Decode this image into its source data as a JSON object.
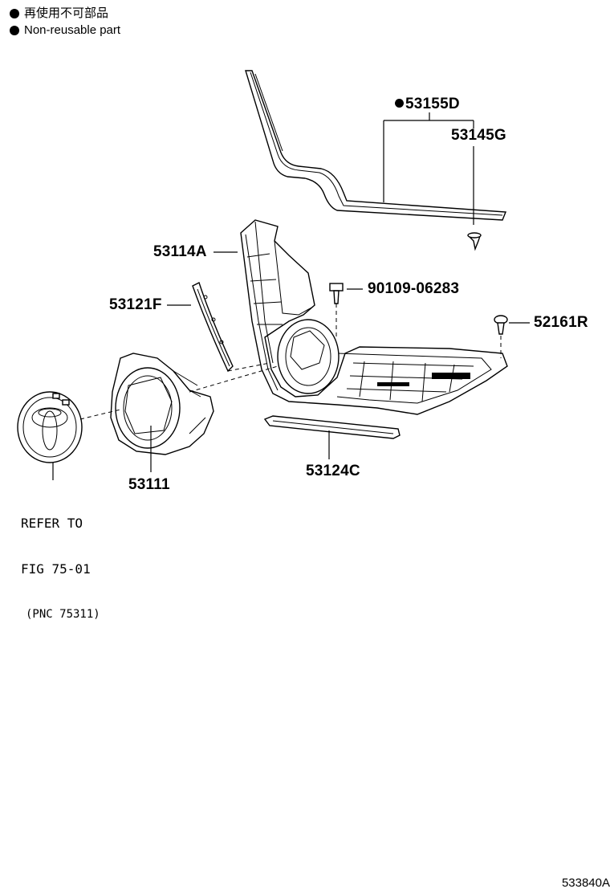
{
  "legend": {
    "non_reusable_jp": "再使用不可部品",
    "non_reusable_en": "Non-reusable part"
  },
  "parts": {
    "p53155D": "53155D",
    "p53145G": "53145G",
    "p53114A": "53114A",
    "p90109": "90109-06283",
    "p53121F": "53121F",
    "p52161R": "52161R",
    "p53111": "53111",
    "p53124C": "53124C"
  },
  "reference": {
    "line1": "REFER TO",
    "line2": "FIG 75-01",
    "line3": "(PNC 75311)"
  },
  "diagram_code": "533840A"
}
